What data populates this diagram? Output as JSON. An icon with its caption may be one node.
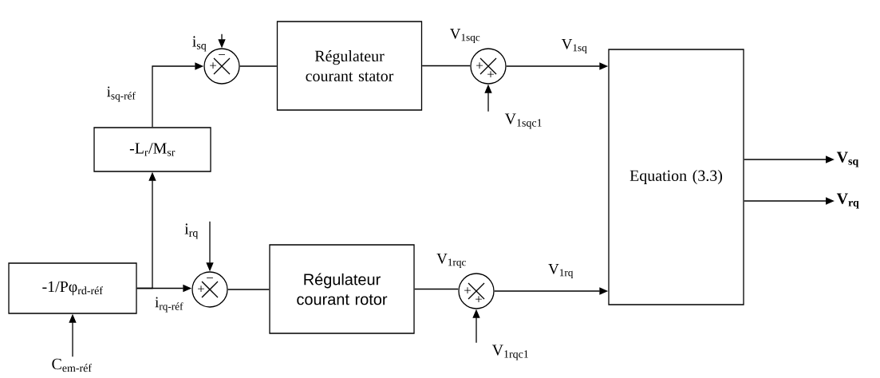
{
  "diagram": {
    "nodes": [
      {
        "text": [
          "i$_{sq}$"
        ]
      },
      {
        "text": [
          "+",
          "−"
        ]
      },
      {
        "text": [
          "Régulateur courant stator"
        ]
      },
      {
        "text": [
          "+",
          "+"
        ]
      },
      {
        "text": [
          "Equation (3.3)"
        ]
      },
      {
        "text": [
          "V$_{1sqc1}$"
        ]
      },
      {
        "text": [
          "-L$_{r}$/M$_{sr}$"
        ]
      },
      {
        "text": [
          "V$_{sq}$"
        ]
      },
      {
        "text": [
          "V$_{rq}$"
        ]
      },
      {
        "text": [
          "i$_{rq}$"
        ]
      },
      {
        "text": [
          "-1/Pφ$_{rd-réf}$"
        ]
      },
      {
        "text": [
          "+",
          "−"
        ]
      },
      {
        "text": [
          "Régulateur courant rotor"
        ]
      },
      {
        "text": [
          "+",
          "+"
        ]
      },
      {
        "text": [
          "V$_{1rqc1}$"
        ]
      },
      {
        "text": [
          "C$_{em-réf}$"
        ]
      }
    ],
    "edges": [
      {
        "from": 0,
        "to": 1,
        "arrow": "to"
      },
      {
        "from": 6,
        "to": 1,
        "arrow": "to",
        "label": "i$_{sq-réf}$"
      },
      {
        "from": 1,
        "to": 2,
        "arrow": "none"
      },
      {
        "from": 2,
        "to": 3,
        "arrow": "none",
        "label": "V$_{1sqc}$"
      },
      {
        "from": 5,
        "to": 3,
        "arrow": "to"
      },
      {
        "from": 3,
        "to": 4,
        "arrow": "to",
        "label": "V$_{1sq}$"
      },
      {
        "from": 4,
        "to": 7,
        "arrow": "to"
      },
      {
        "from": 4,
        "to": 8,
        "arrow": "to"
      },
      {
        "from": 10,
        "to": 6,
        "arrow": "to"
      },
      {
        "from": 10,
        "to": 11,
        "arrow": "to",
        "label": "i$_{rq-réf}$"
      },
      {
        "from": 9,
        "to": 11,
        "arrow": "to"
      },
      {
        "from": 11,
        "to": 12,
        "arrow": "none"
      },
      {
        "from": 12,
        "to": 13,
        "arrow": "none",
        "label": "V$_{1rqc}$"
      },
      {
        "from": 14,
        "to": 13,
        "arrow": "to"
      },
      {
        "from": 13,
        "to": 4,
        "arrow": "to",
        "label": "V$_{1rq}$"
      },
      {
        "from": 15,
        "to": 10,
        "arrow": "to"
      }
    ]
  }
}
